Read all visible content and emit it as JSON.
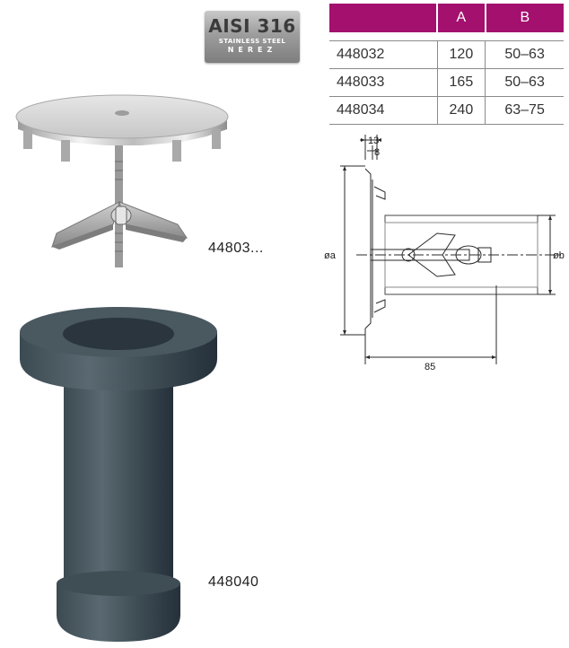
{
  "badge": {
    "line1": "AISI 316",
    "line2": "STAINLESS STEEL",
    "line3": "NEREZ"
  },
  "table": {
    "headers": [
      "",
      "A",
      "B"
    ],
    "rows": [
      [
        "448032",
        "120",
        "50–63"
      ],
      [
        "448033",
        "165",
        "50–63"
      ],
      [
        "448034",
        "240",
        "63–75"
      ]
    ]
  },
  "drawing": {
    "dim_13": "13",
    "dim_8": "8",
    "dim_a": "øa",
    "dim_b": "øb",
    "dim_85": "85"
  },
  "labels": {
    "cover": "44803...",
    "sleeve": "448040"
  }
}
